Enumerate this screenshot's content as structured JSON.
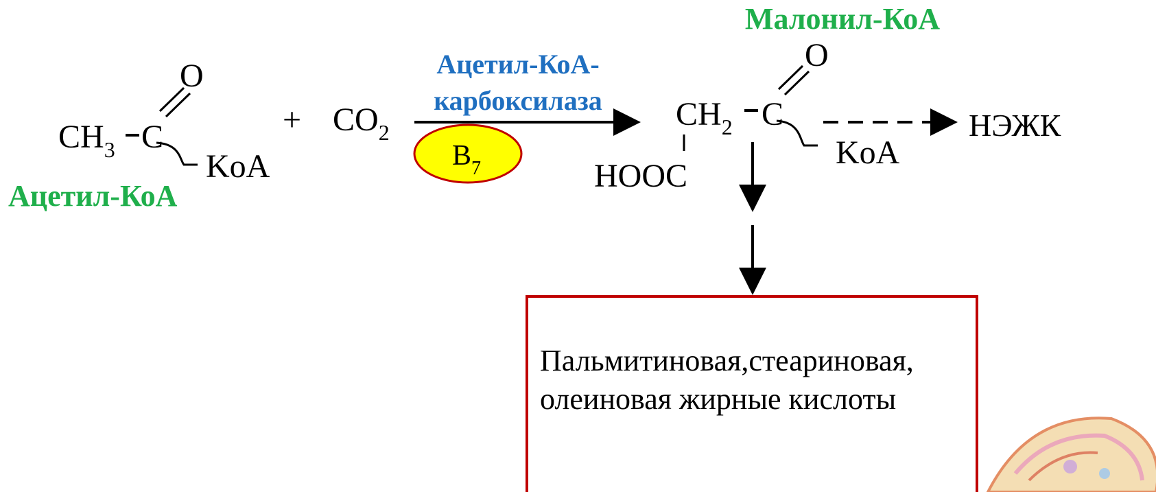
{
  "colors": {
    "label_green": "#1FAF4B",
    "enzyme_blue": "#1F6FC0",
    "cofactor_fill": "#FFFF00",
    "cofactor_stroke": "#C00000",
    "box_stroke": "#C00000",
    "line": "#000000"
  },
  "acetyl_coa": {
    "name": "Ацетил-КоА",
    "ch3_main": "CH",
    "ch3_sub": "3",
    "carbon": "C",
    "oxygen": "O",
    "coa": "KoA"
  },
  "plus": "+",
  "co2": {
    "main": "CO",
    "sub": "2"
  },
  "enzyme": {
    "line1": "Ацетил-КоА-",
    "line2": "карбоксилаза"
  },
  "cofactor": {
    "main": "B",
    "sub": "7"
  },
  "malonyl_coa": {
    "name": "Малонил-КоА",
    "ch2_main": "CH",
    "ch2_sub": "2",
    "carbon": "C",
    "oxygen": "O",
    "coa": "KoA",
    "hooc": "HOOC"
  },
  "product_side": "НЭЖК",
  "product_box": {
    "line1": "Пальмитиновая,стеариновая,",
    "line2": "олеиновая жирные кислоты"
  }
}
